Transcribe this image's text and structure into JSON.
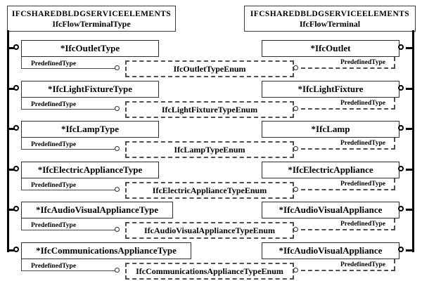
{
  "headers": {
    "left": {
      "schema": "IFCSHAREDBLDGSERVICEELEMENTS",
      "entity": "IfcFlowTerminalType"
    },
    "right": {
      "schema": "IFCSHAREDBLDGSERVICEELEMENTS",
      "entity": "IfcFlowTerminal"
    }
  },
  "attribute_label": "PredefinedType",
  "rows": [
    {
      "type": "*IfcOutletType",
      "enum": "IfcOutletTypeEnum",
      "entity": "*IfcOutlet"
    },
    {
      "type": "*IfcLightFixtureType",
      "enum": "IfcLightFixtureTypeEnum",
      "entity": "*IfcLightFixture"
    },
    {
      "type": "*IfcLampType",
      "enum": "IfcLampTypeEnum",
      "entity": "*IfcLamp"
    },
    {
      "type": "*IfcElectricApplianceType",
      "enum": "IfcElectricApplianceTypeEnum",
      "entity": "*IfcElectricAppliance"
    },
    {
      "type": "*IfcAudioVisualApplianceType",
      "enum": "IfcAudioVisualApplianceTypeEnum",
      "entity": "*IfcAudioVisualAppliance"
    },
    {
      "type": "*IfcCommunicationsApplianceType",
      "enum": "IfcCommunicationsApplianceTypeEnum",
      "entity": "*IfcAudioVisualAppliance"
    }
  ],
  "colors": {
    "line": "#000000",
    "box_border": "#2e2e2e",
    "dashed": "#4f4f4f",
    "background": "#ffffff",
    "text": "#000000"
  }
}
